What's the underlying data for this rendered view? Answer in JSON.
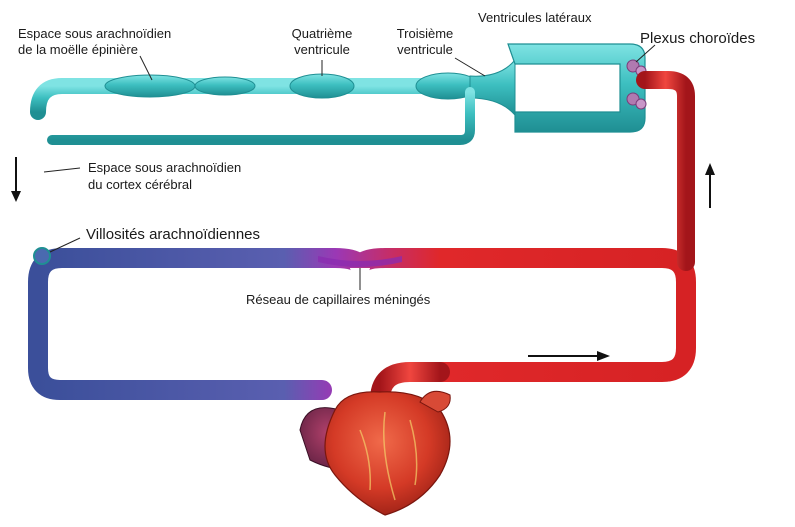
{
  "labels": {
    "espace_moelle_1": "Espace sous arachnoïdien",
    "espace_moelle_2": "de la moëlle épinière",
    "quatrieme_1": "Quatrième",
    "quatrieme_2": "ventricule",
    "troisieme_1": "Troisième",
    "troisieme_2": "ventricule",
    "ventricules_lateraux": "Ventricules latéraux",
    "plexus": "Plexus choroïdes",
    "espace_cortex_1": "Espace sous arachnoïdien",
    "espace_cortex_2": "du cortex cérébral",
    "villosites": "Villosités arachnoïdiennes",
    "reseau": "Réseau de capillaires méningés"
  },
  "colors": {
    "csf": "#3dbfc0",
    "csf_dark": "#1f8f93",
    "venous": "#3b4f9a",
    "arterial": "#e0282a",
    "arterial_dark": "#9e1416",
    "capillary": "#8a2bb0"
  },
  "flow_arrows": [
    "down-arrow-left",
    "up-arrow-right",
    "right-arrow-bottom"
  ]
}
